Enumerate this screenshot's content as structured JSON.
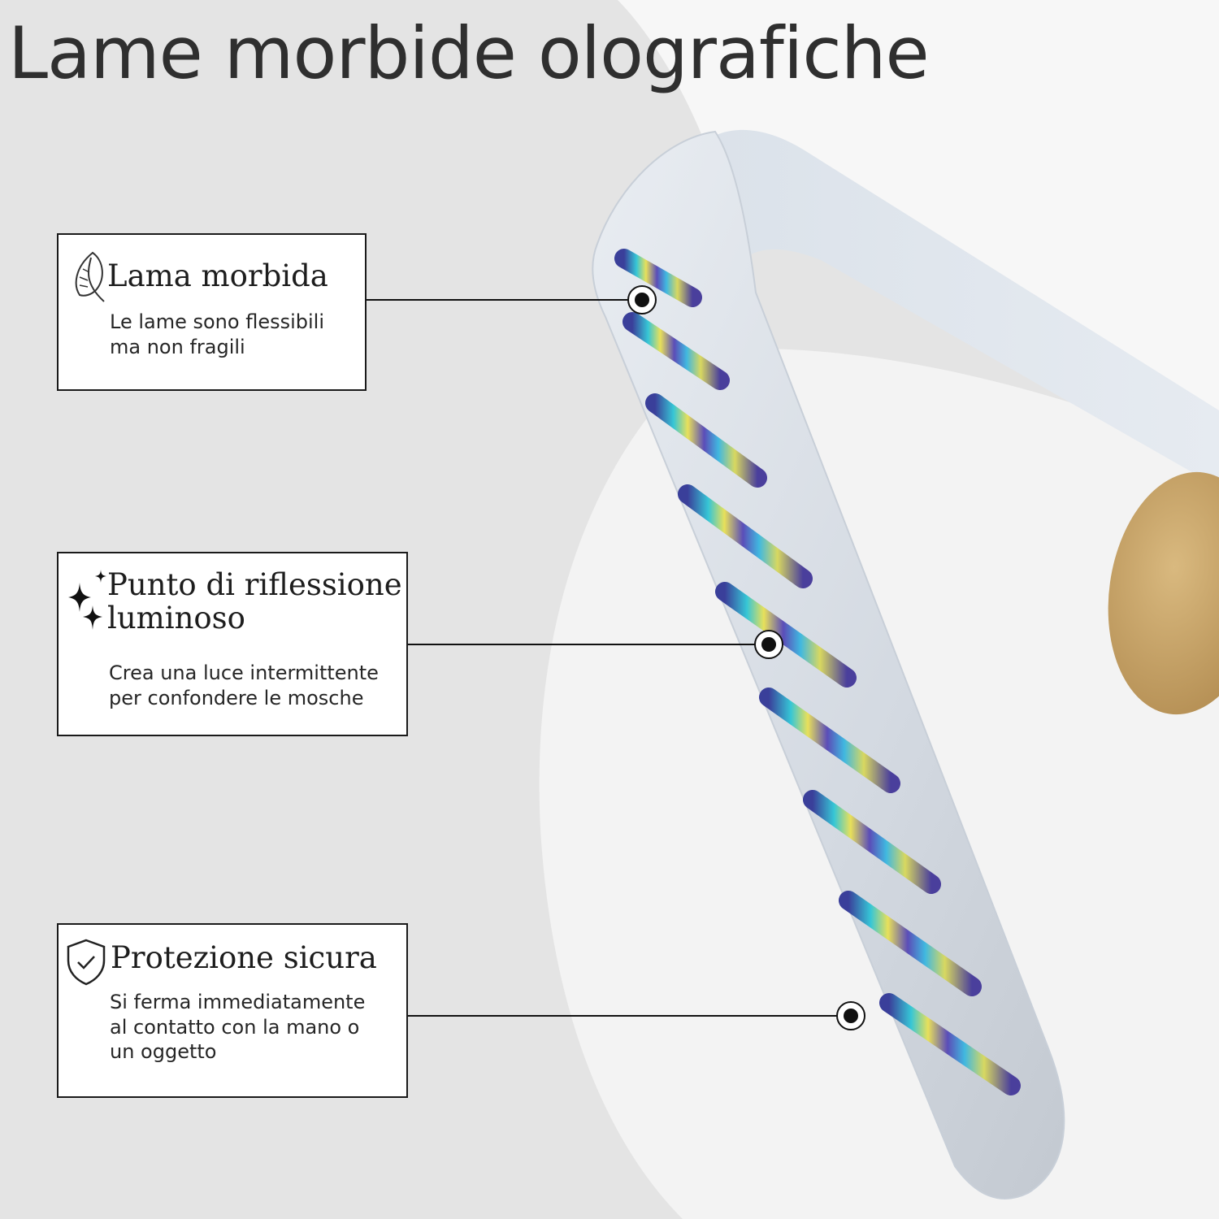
{
  "title": "Lame morbide olografiche",
  "callouts": [
    {
      "heading_line1": "Lama morbida",
      "desc_line1": "Le lame sono flessibili",
      "desc_line2": "ma non fragili",
      "icon": "feather-icon"
    },
    {
      "heading_line1": "Punto di riflessione",
      "heading_line2": "luminoso",
      "desc_line1": "Crea una luce intermittente",
      "desc_line2": "per confondere le mosche",
      "icon": "sparkle-icon"
    },
    {
      "heading_line1": "Protezione sicura",
      "desc_line1": "Si ferma immediatamente",
      "desc_line2": "al contatto con la mano o",
      "desc_line3": "un oggetto",
      "icon": "shield-check-icon"
    }
  ],
  "colors": {
    "background": "#e4e4e4",
    "blade": "#dde3ea",
    "hub": "#c9a46a",
    "text": "#2f2f2f"
  }
}
